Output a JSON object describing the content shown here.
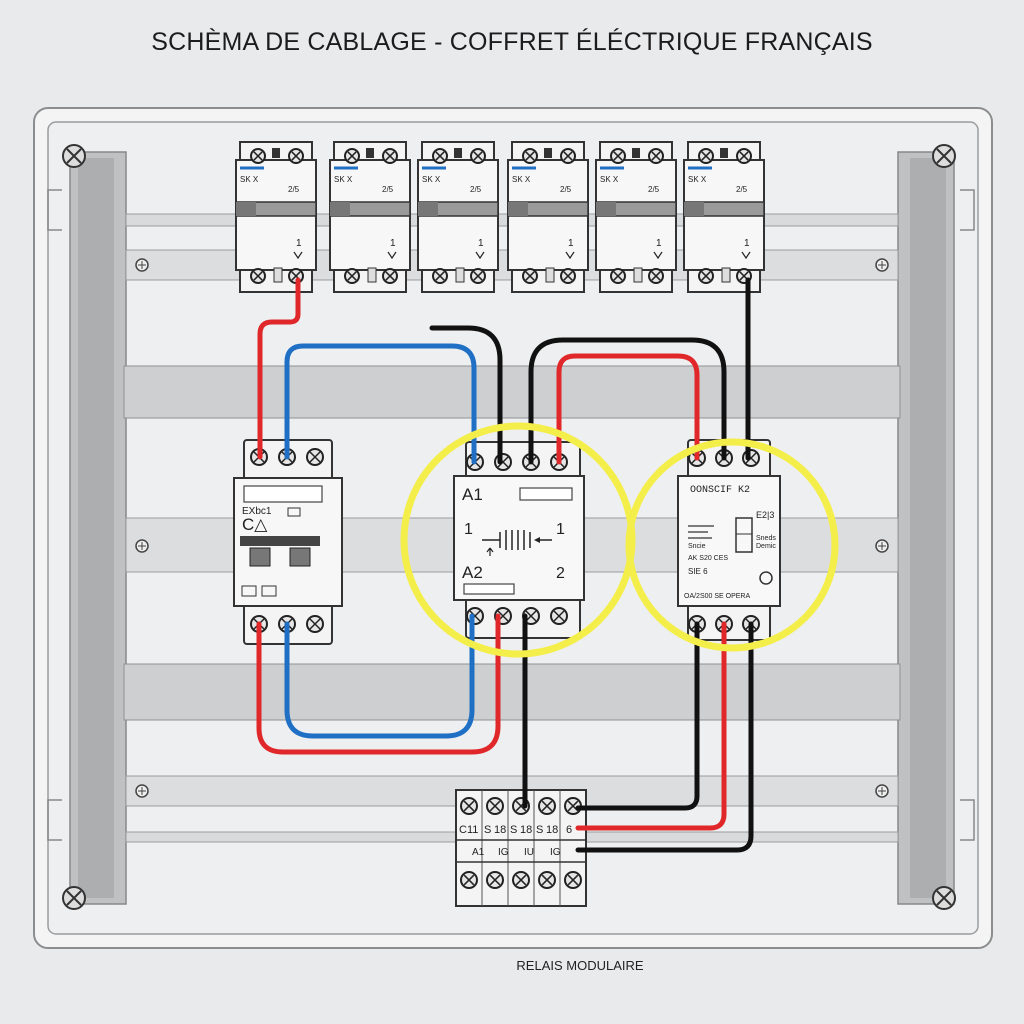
{
  "title": "SCHÈMA DE CABLAGE - COFFRET ÉLÉCTRIQUE FRANÇAIS",
  "caption": "RELAIS MODULAIRE",
  "colors": {
    "phase": "#e0282a",
    "neutral": "#1f6fc4",
    "black": "#111111",
    "highlight": "#f4ee4a",
    "enclosure": "#f6f6f6",
    "rail": "#cfd1d3",
    "module": "#f4f4f4"
  },
  "breakers": [
    {
      "top_label": "SK X",
      "mid_label": "2/5",
      "pole_label": "1"
    },
    {
      "top_label": "SK X",
      "mid_label": "2/5",
      "pole_label": "1"
    },
    {
      "top_label": "SK X",
      "mid_label": "2/5",
      "pole_label": "1"
    },
    {
      "top_label": "SK X",
      "mid_label": "2/5",
      "pole_label": "1"
    },
    {
      "top_label": "SK X",
      "mid_label": "2/5",
      "pole_label": "1"
    },
    {
      "top_label": "SK X",
      "mid_label": "2/5",
      "pole_label": "1"
    }
  ],
  "differential": {
    "label_top": "EXbc1",
    "label_main": "C△"
  },
  "contactor": {
    "a1": "A1",
    "a2": "A2",
    "pin_left_top": "1",
    "pin_right_top": "1",
    "pin_right_bottom": "2"
  },
  "relay": {
    "header": "OONSCIF K2",
    "side_code": "E2|3",
    "text_lines": [
      "Sneds",
      "Demic",
      "Sncie",
      "AK S20 CES"
    ],
    "line_6": "SIE 6",
    "footer": "OA/2S00 SE OPERA"
  },
  "terminal_block": {
    "top_labels": [
      "C11",
      "S",
      "18",
      "S",
      "18",
      "S",
      "18",
      "6"
    ],
    "bottom_labels": [
      "A1",
      "IG",
      "IU",
      "IG"
    ]
  }
}
